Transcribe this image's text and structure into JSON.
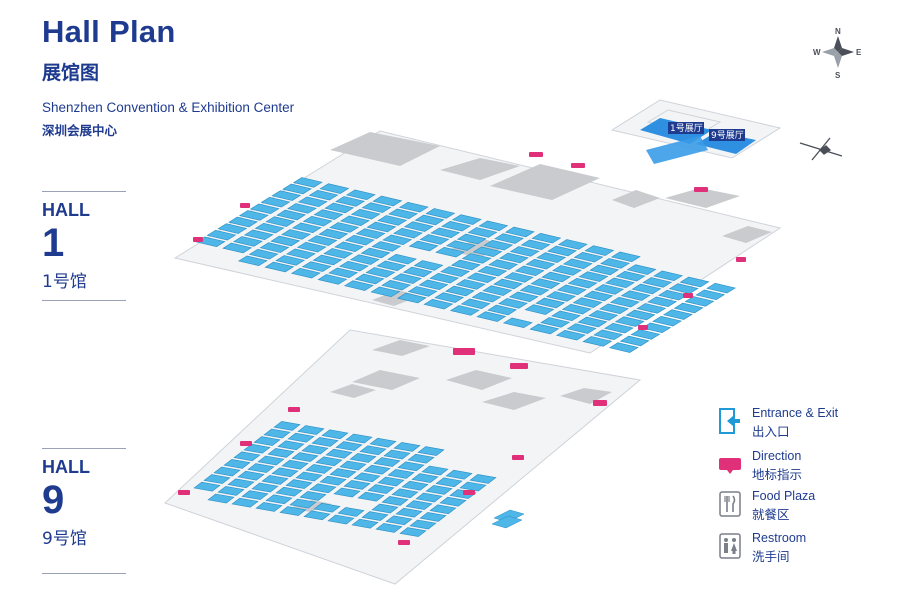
{
  "header": {
    "title": "Hall Plan",
    "title_cn": "展馆图",
    "venue_en": "Shenzhen Convention & Exhibition Center",
    "venue_cn": "深圳会展中心"
  },
  "halls": [
    {
      "word": "HALL",
      "number": "1",
      "label_cn": "1号馆"
    },
    {
      "word": "HALL",
      "number": "9",
      "label_cn": "9号馆"
    }
  ],
  "minimap": {
    "hall1_label": "1号展厅",
    "hall9_label": "9号展厅"
  },
  "compass": {
    "n": "N",
    "s": "S",
    "e": "E",
    "w": "W"
  },
  "legend": [
    {
      "en": "Entrance & Exit",
      "cn": "出入口",
      "icon": "entrance-exit-icon"
    },
    {
      "en": "Direction",
      "cn": "地标指示",
      "icon": "direction-icon"
    },
    {
      "en": "Food Plaza",
      "cn": "就餐区",
      "icon": "food-plaza-icon"
    },
    {
      "en": "Restroom",
      "cn": "洗手间",
      "icon": "restroom-icon"
    }
  ],
  "colors": {
    "brand": "#1f3b8f",
    "booth": "#4fb6e8",
    "booth_stroke": "#2a8fc4",
    "floor": "#f1f2f4",
    "service": "#c9cbcf",
    "direction": "#e0307a",
    "highlight": "#2f8fe0"
  }
}
